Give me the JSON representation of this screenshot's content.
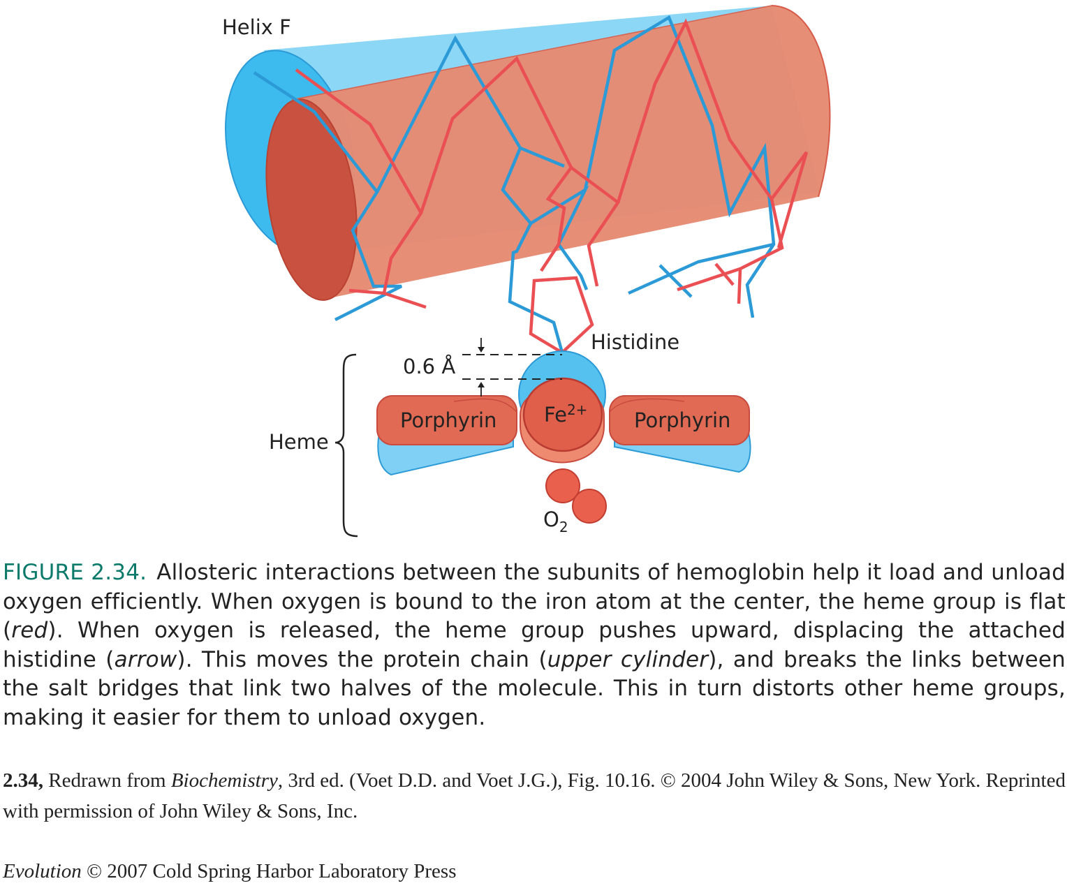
{
  "diagram": {
    "labels": {
      "helix": "Helix F",
      "histidine": "Histidine",
      "distance": "0.6 Å",
      "heme": "Heme",
      "porphyrin_left": "Porphyrin",
      "porphyrin_right": "Porphyrin",
      "fe": "Fe",
      "fe_charge": "2+",
      "o2": "O",
      "o2_sub": "2"
    },
    "colors": {
      "blue": "#3dbbee",
      "blue_light": "#8dd7f6",
      "red_line": "#ea4f53",
      "blue_line": "#2b9ad6",
      "salmon": "#e57a63",
      "salmon_dark": "#c94a3e",
      "oxygen": "#e9604c"
    }
  },
  "caption": {
    "figure_number": "FIGURE 2.34.",
    "text_1": "Allosteric interactions between the subunits of hemoglobin help it load and unload oxygen efficiently. When oxygen is bound to the iron atom at the center, the heme group is flat (",
    "italic_1": "red",
    "text_2": "). When oxygen is released, the heme group pushes upward, displacing the attached histidine (",
    "italic_2": "arrow",
    "text_3": "). This moves the protein chain (",
    "italic_3": "upper cylinder",
    "text_4": "), and breaks the links between the salt bridges that link two halves of the molecule. This in turn distorts other heme groups, making it easier for them to unload oxygen."
  },
  "credits": {
    "ref_number": "2.34,",
    "ref_text_1": " Redrawn from ",
    "ref_book": "Biochemistry",
    "ref_text_2": ", 3rd ed. (Voet D.D. and Voet J.G.), Fig. 10.16. © 2004 John Wiley & Sons, New York. Reprinted with permission of John Wiley & Sons, Inc.",
    "book_title": "Evolution",
    "publisher": " © 2007 Cold Spring Harbor Laboratory Press"
  }
}
